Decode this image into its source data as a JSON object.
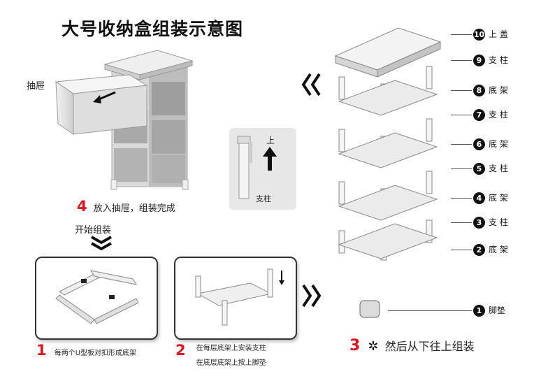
{
  "title": "大号收纳盒组装示意图",
  "drawer_label": "抽屉",
  "step4": {
    "num": "4",
    "text": "放入抽屉，组装完成"
  },
  "start_label": "开始组装",
  "pillar_inset": {
    "up": "上",
    "label": "支柱"
  },
  "step1": {
    "num": "1",
    "text": "每两个U型板对扣形成底架"
  },
  "step2": {
    "num": "2",
    "line1": "在每层底架上安装支柱",
    "line2": "在底层底架上按上脚垫"
  },
  "step3": {
    "num": "3",
    "star": "✲",
    "text": "然后从下往上组装"
  },
  "parts": [
    {
      "num": "10",
      "name": "上 盖"
    },
    {
      "num": "9",
      "name": "支 柱"
    },
    {
      "num": "8",
      "name": "底 架"
    },
    {
      "num": "7",
      "name": "支 柱"
    },
    {
      "num": "6",
      "name": "底 架"
    },
    {
      "num": "5",
      "name": "支 柱"
    },
    {
      "num": "4",
      "name": "底 架"
    },
    {
      "num": "3",
      "name": "支 柱"
    },
    {
      "num": "2",
      "name": "底 架"
    },
    {
      "num": "1",
      "name": "脚垫"
    }
  ],
  "colors": {
    "accent": "#e0141e",
    "panel_border": "#333333",
    "part_fill": "#e6e6e6"
  }
}
